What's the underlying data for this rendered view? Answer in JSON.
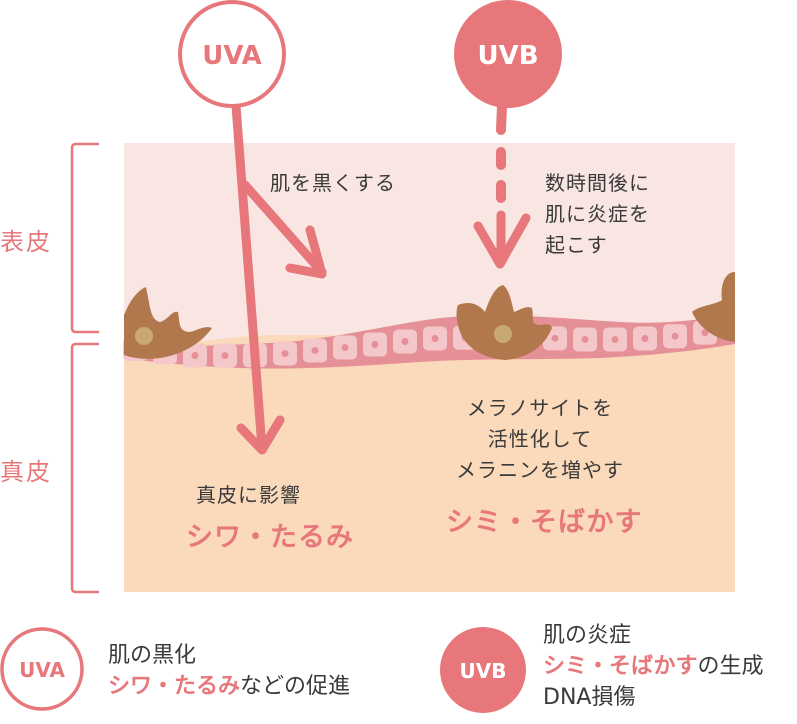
{
  "diagram": {
    "title_labels": {
      "uva": "UVA",
      "uvb": "UVB"
    },
    "layers": {
      "epidermis": "表皮",
      "dermis": "真皮"
    },
    "notes": {
      "uva_epidermis": "肌を黒くする",
      "uvb_epidermis_lines": [
        "数時間後に",
        "肌に炎症を",
        "起こす"
      ],
      "uva_dermis": "真皮に影響",
      "uva_dermis_effect": "シワ・たるみ",
      "uvb_dermis_lines": [
        "メラノサイトを",
        "活性化して",
        "メラニンを増やす"
      ],
      "uvb_dermis_effect": "シミ・そばかす"
    },
    "colors": {
      "accent": "#e7777a",
      "epidermis_bg": "#f9e6e2",
      "dermis_bg": "#fbd9bb",
      "cell_layer": "#e59096",
      "cell": "#f4c8cb",
      "melanocyte": "#b1774d",
      "melanocyte_nucleus": "#c8a875",
      "text_dark": "#3a3a3a"
    }
  },
  "legend": {
    "uva": {
      "badge": "UVA",
      "line1": "肌の黒化",
      "line2_emphasis": "シワ・たるみ",
      "line2_rest": "などの促進"
    },
    "uvb": {
      "badge": "UVB",
      "line1": "肌の炎症",
      "line2_emphasis": "シミ・そばかす",
      "line2_rest": "の生成",
      "line3": "DNA損傷"
    }
  }
}
